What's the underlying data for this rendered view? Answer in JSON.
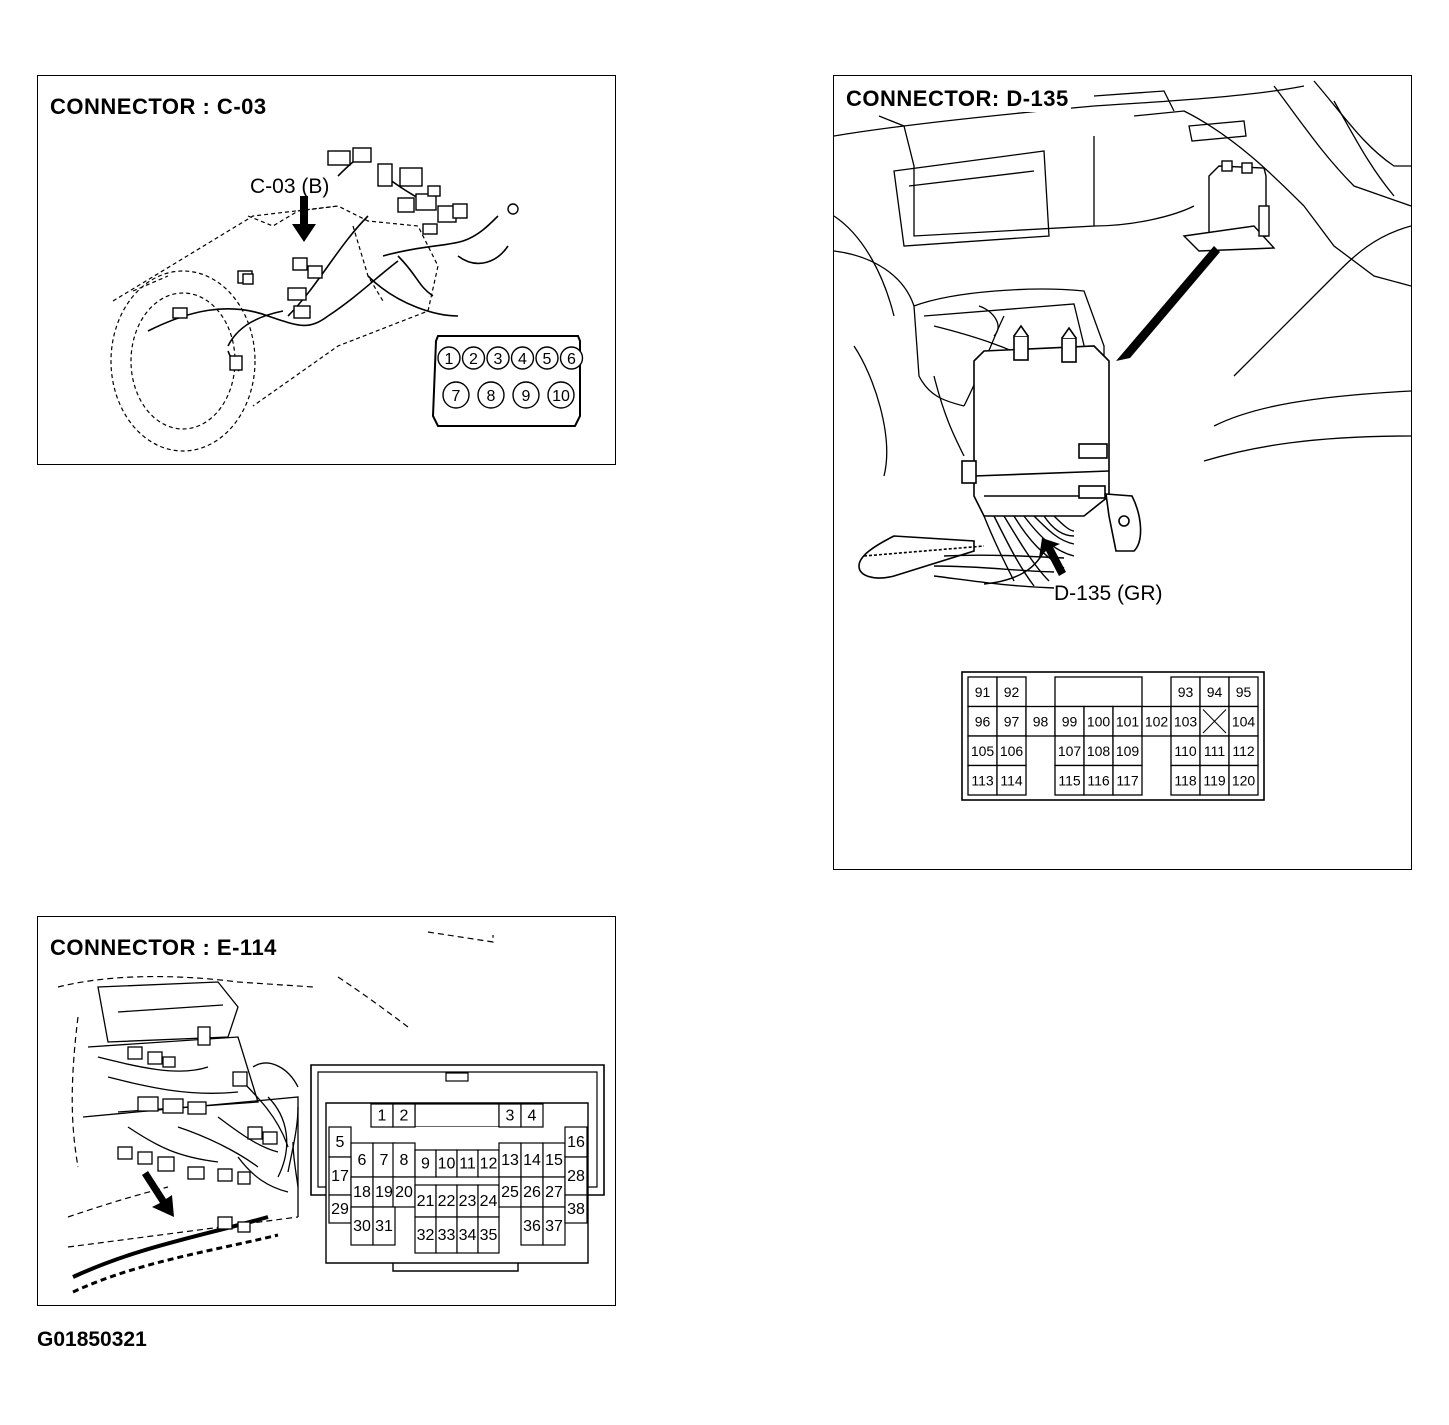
{
  "figure_id": "G01850321",
  "connector_c03": {
    "title": "CONNECTOR : C-03",
    "callout": "C-03 (B)",
    "pins_top": [
      "1",
      "2",
      "3",
      "4",
      "5",
      "6"
    ],
    "pins_bottom": [
      "7",
      "8",
      "9",
      "10"
    ]
  },
  "connector_d135": {
    "title": "CONNECTOR: D-135",
    "callout": "D-135 (GR)",
    "rows": [
      [
        "91",
        "92",
        "",
        "",
        "",
        "",
        "",
        "93",
        "94",
        "95"
      ],
      [
        "96",
        "97",
        "98",
        "99",
        "100",
        "101",
        "102",
        "103",
        "X",
        "104"
      ],
      [
        "105",
        "106",
        "",
        "107",
        "108",
        "109",
        "",
        "110",
        "111",
        "112"
      ],
      [
        "113",
        "114",
        "",
        "115",
        "116",
        "117",
        "",
        "118",
        "119",
        "120"
      ]
    ]
  },
  "connector_e114": {
    "title": "CONNECTOR : E-114",
    "pins": [
      "1",
      "2",
      "3",
      "4",
      "5",
      "6",
      "7",
      "8",
      "9",
      "10",
      "11",
      "12",
      "13",
      "14",
      "15",
      "16",
      "17",
      "18",
      "19",
      "20",
      "21",
      "22",
      "23",
      "24",
      "25",
      "26",
      "27",
      "28",
      "29",
      "30",
      "31",
      "32",
      "33",
      "34",
      "35",
      "36",
      "37",
      "38"
    ]
  }
}
